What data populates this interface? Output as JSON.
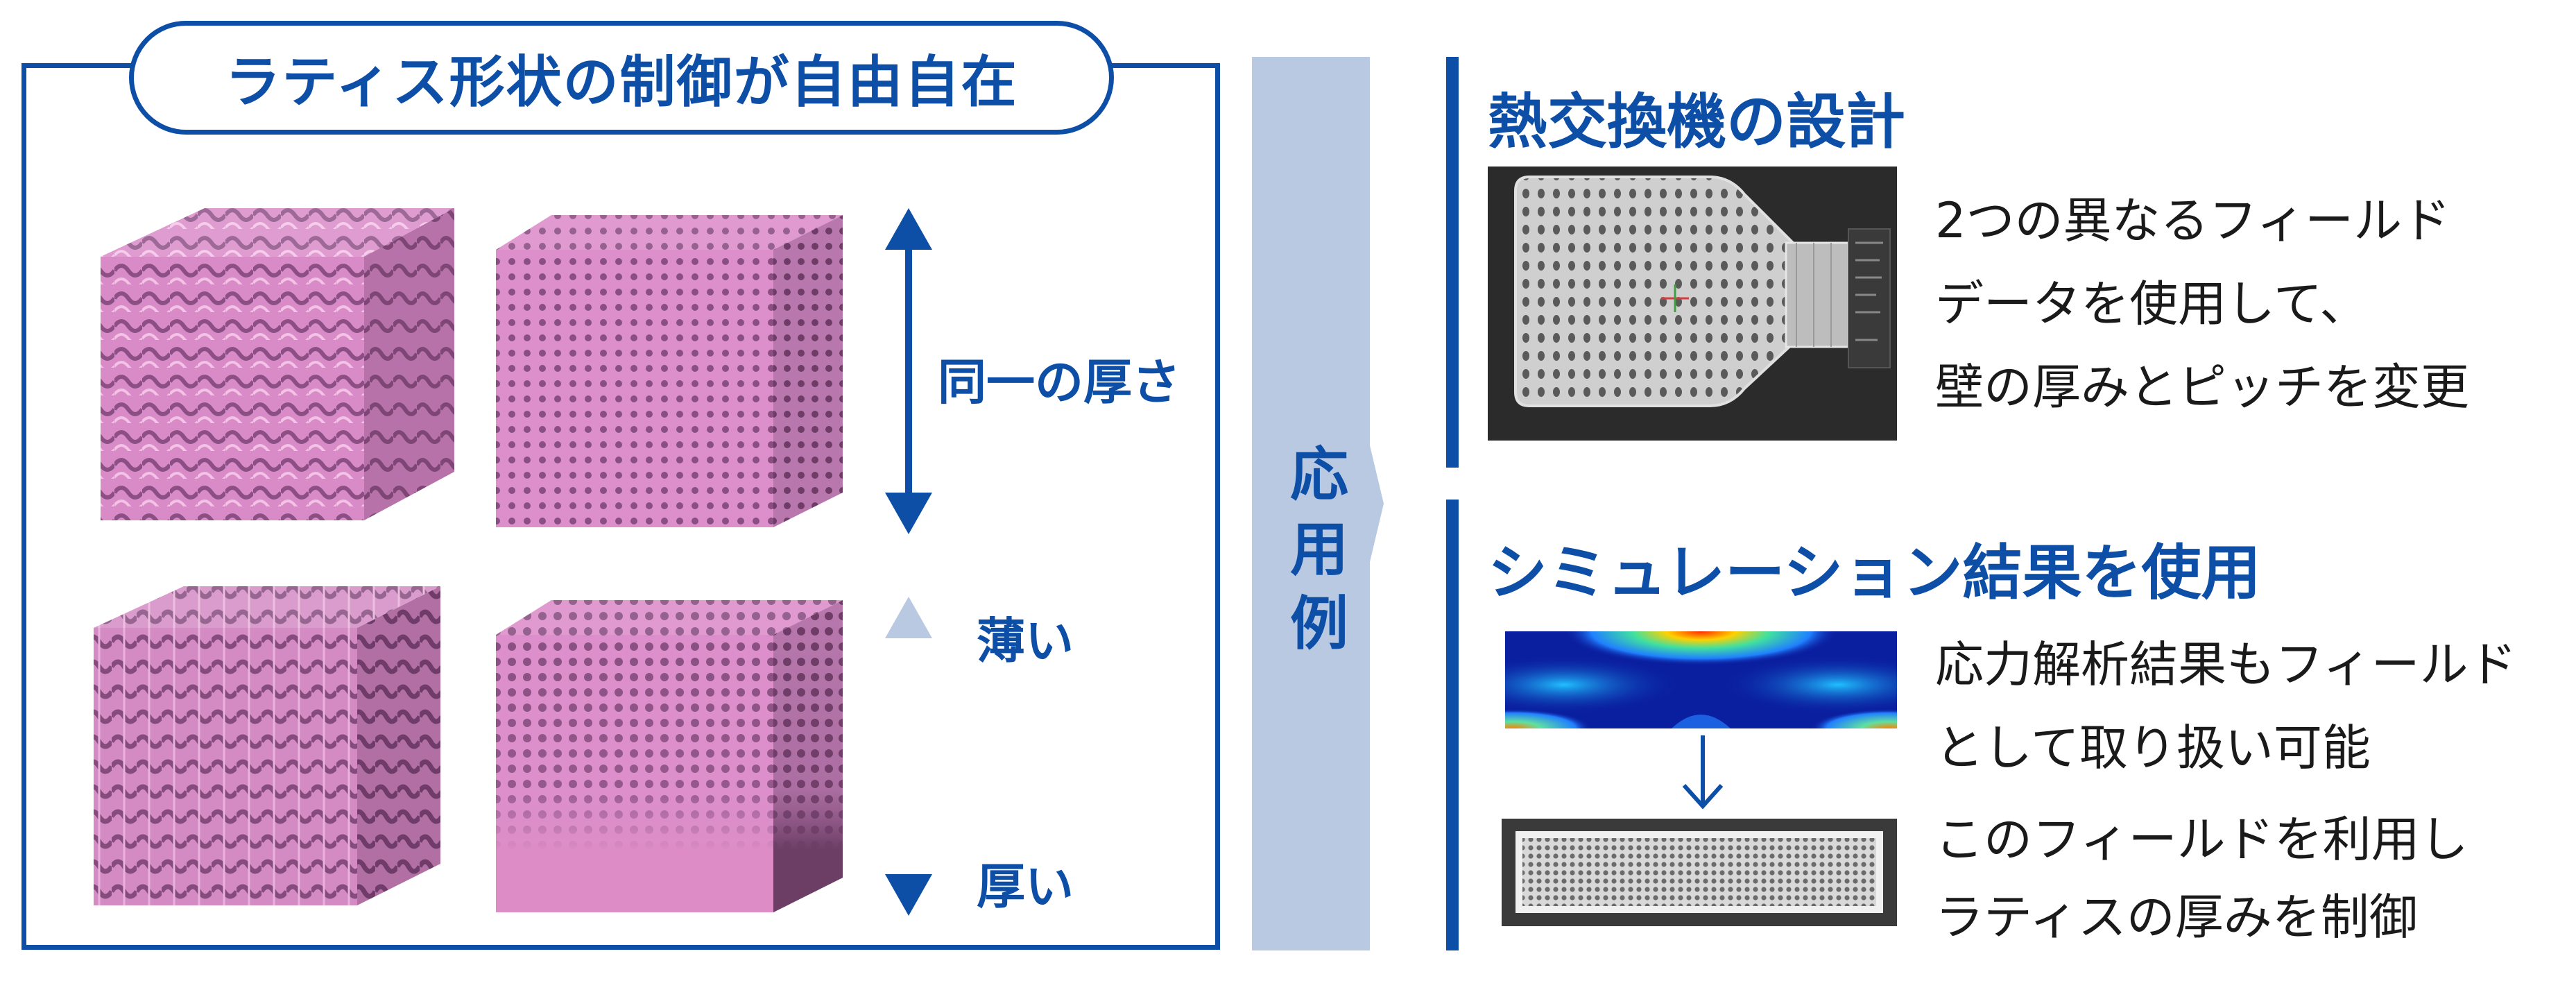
{
  "left_panel": {
    "title": "ラティス形状の制御が自由自在",
    "same_thickness_label": "同一の厚さ",
    "thin_label": "薄い",
    "thick_label": "厚い"
  },
  "application_band": {
    "chars": [
      "応",
      "用",
      "例"
    ]
  },
  "heat_exchanger": {
    "title": "熱交換機の設計",
    "lines": [
      "2つの異なるフィールド",
      "データを使用して、",
      "壁の厚みとピッチを変更"
    ]
  },
  "simulation": {
    "title": "シミュレーション結果を使用",
    "lines_a": [
      "応力解析結果もフィールド",
      "として取り扱い可能"
    ],
    "lines_b": [
      "このフィールドを利用し",
      "ラティスの厚みを制御"
    ]
  },
  "colors": {
    "brand_blue": "#0d4ea6",
    "band_blue": "#b8c9e1",
    "lattice_pink": "#d98bc8",
    "lattice_dark": "#8c5a86"
  }
}
